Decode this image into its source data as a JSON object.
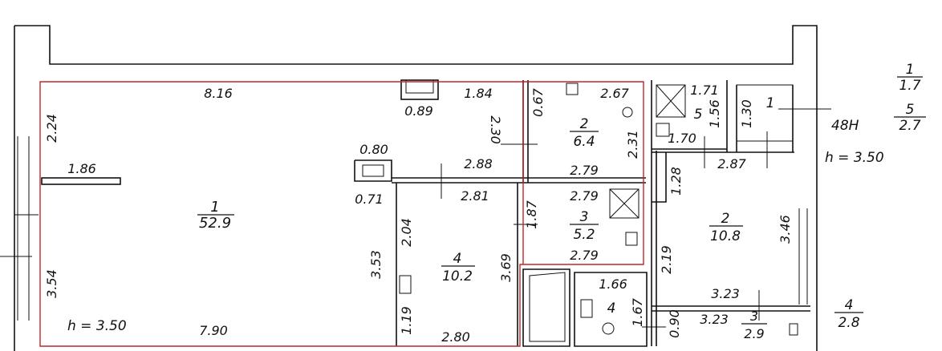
{
  "plan": {
    "accent_color": "#c0262a",
    "height_left": "h = 3.50",
    "height_right": "h = 3.50",
    "corridor_label": "48Н",
    "summary": [
      {
        "num": "1",
        "area": "1.7"
      },
      {
        "num": "5",
        "area": "2.7"
      },
      {
        "num": "4",
        "area": "2.8"
      }
    ],
    "rooms": [
      {
        "num": "1",
        "area": "52.9"
      },
      {
        "num": "2",
        "area": "6.4"
      },
      {
        "num": "3",
        "area": "5.2"
      },
      {
        "num": "4",
        "area": "10.2"
      },
      {
        "num": "5",
        "area": ""
      },
      {
        "num": "1",
        "area": ""
      },
      {
        "num": "2",
        "area": "10.8"
      },
      {
        "num": "4",
        "area": ""
      },
      {
        "num": "3",
        "area": "2.9"
      }
    ],
    "dims": [
      "8.16",
      "0.89",
      "1.84",
      "2.24",
      "1.86",
      "0.80",
      "0.71",
      "2.30",
      "2.88",
      "0.67",
      "2.67",
      "2.31",
      "2.79",
      "2.81",
      "2.79",
      "1.87",
      "2.79",
      "2.04",
      "3.53",
      "3.69",
      "1.19",
      "2.80",
      "3.54",
      "7.90",
      "1.71",
      "1.56",
      "1.70",
      "1.30",
      "2.87",
      "1.28",
      "3.46",
      "2.19",
      "3.23",
      "1.66",
      "1.67",
      "0.90",
      "3.23"
    ]
  }
}
